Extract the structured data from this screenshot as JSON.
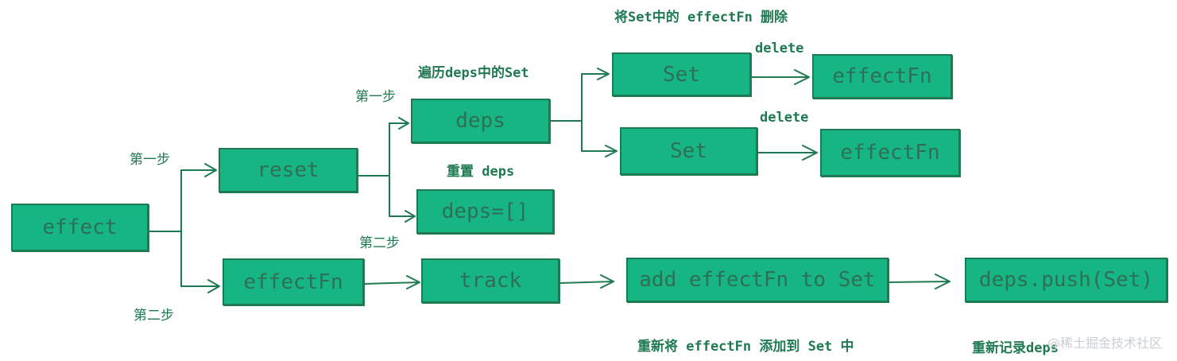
{
  "nodes": {
    "effect": "effect",
    "reset": "reset",
    "effectfn": "effectFn",
    "deps": "deps",
    "deps_reset": "deps=[]",
    "track": "track",
    "set1": "Set",
    "set2": "Set",
    "effectfn1": "effectFn",
    "effectfn2": "effectFn",
    "add_to_set": "add effectFn to Set",
    "deps_push": "deps.push(Set)"
  },
  "labels": {
    "step1_a": "第一步",
    "step2_a": "第二步",
    "step1_b": "第一步",
    "step2_b": "第二步",
    "traverse": "遍历deps中的Set",
    "reset_deps": "重置 deps",
    "delete_from_set": "将Set中的 effectFn 删除",
    "delete1": "delete",
    "delete2": "delete",
    "re_add": "重新将 effectFn 添加到 Set 中",
    "re_record": "重新记录deps"
  },
  "watermark": "@稀土掘金技术社区",
  "colors": {
    "box_fill": "#17b584",
    "stroke": "#1f7a52",
    "text": "#2f6f55"
  }
}
